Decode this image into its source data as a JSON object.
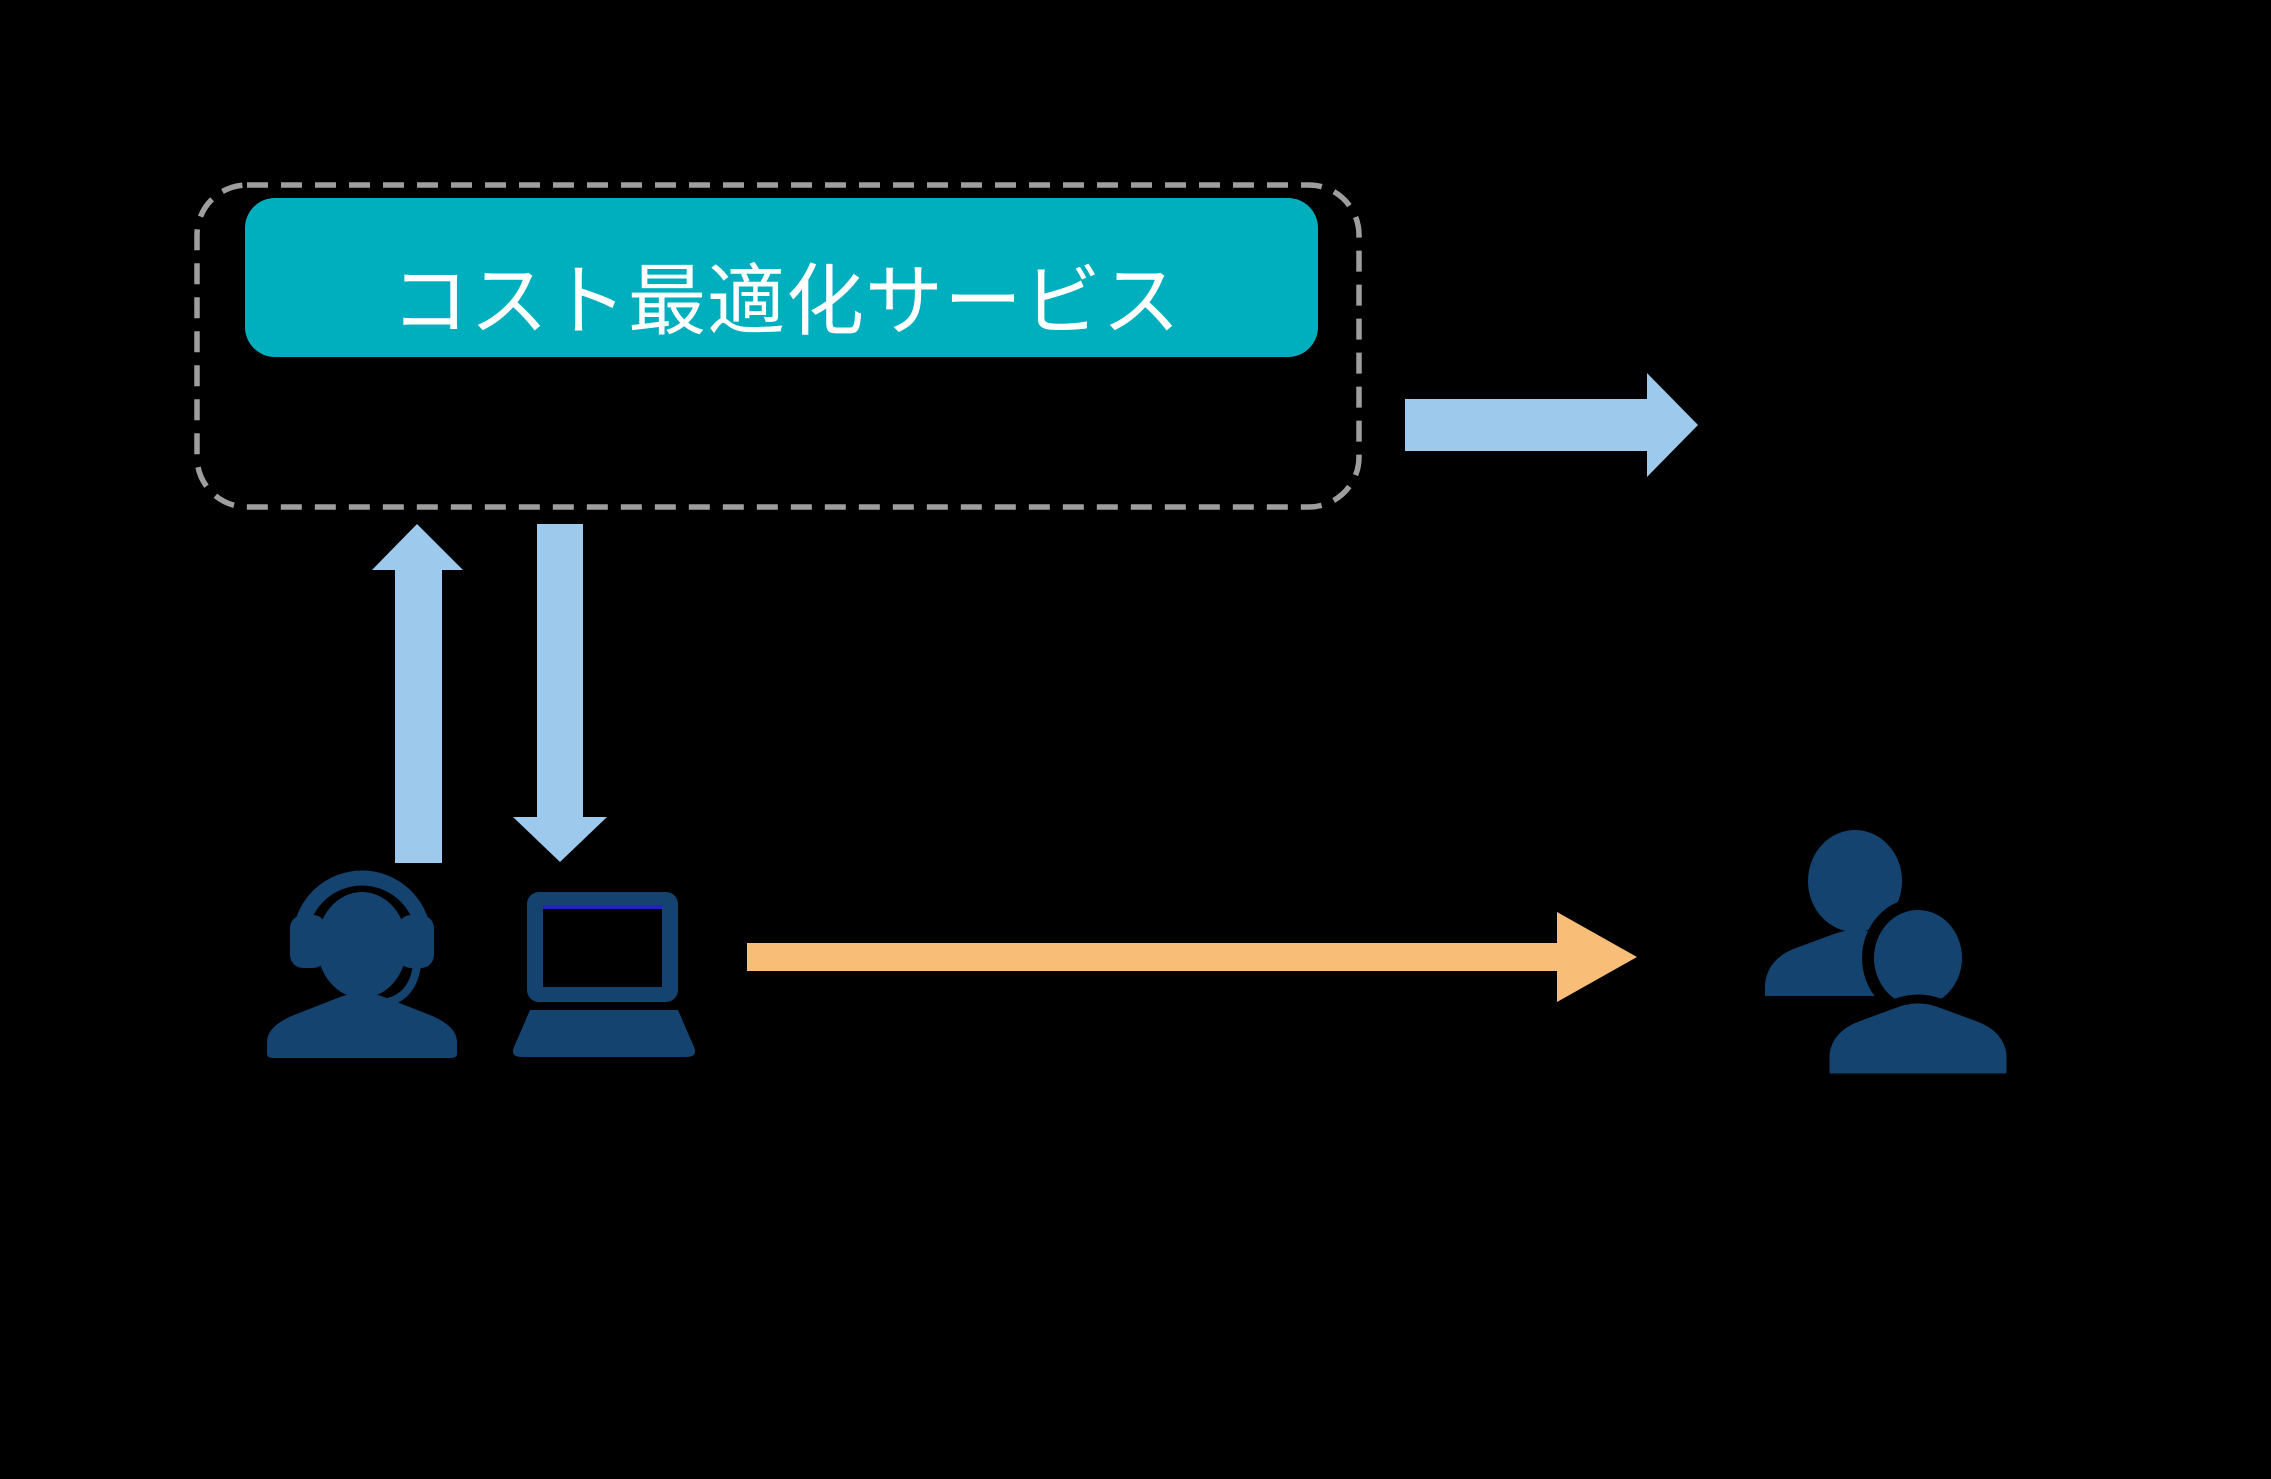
{
  "canvas": {
    "background": "#000000"
  },
  "colors": {
    "teal": "#00AFBD",
    "light_blue": "#9DC9EC",
    "orange": "#F8BD77",
    "navy": "#14436F",
    "dash_gray": "#9E9E9E",
    "white": "#FFFFFF",
    "black": "#000000",
    "laptop_screen_line": "#2222C2",
    "transparent": "none"
  },
  "diagram": {
    "boundary": {
      "description": "dashed rounded rectangle around service box",
      "stroke": "#9E9E9E"
    },
    "service_box": {
      "label": "コスト最適化サービス",
      "fill": "#00AFBD",
      "text_color": "#FFFFFF"
    },
    "arrows": {
      "up": {
        "direction": "up",
        "color": "#9DC9EC"
      },
      "down": {
        "direction": "down",
        "color": "#9DC9EC"
      },
      "right": {
        "direction": "right",
        "color": "#9DC9EC"
      },
      "orange_right": {
        "direction": "right",
        "color": "#F8BD77"
      }
    },
    "icons": {
      "support_agent": {
        "name": "headset-person-icon",
        "color": "#14436F"
      },
      "laptop": {
        "name": "laptop-icon",
        "color": "#14436F",
        "screen_line": "#2222C2"
      },
      "customers": {
        "name": "people-group-icon",
        "color": "#14436F"
      }
    }
  }
}
